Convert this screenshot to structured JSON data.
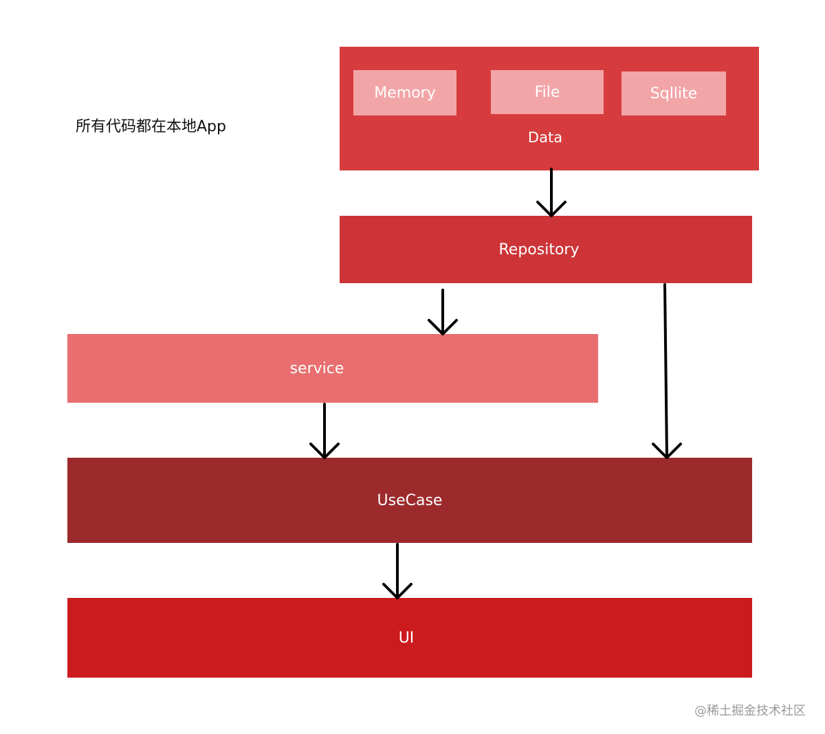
{
  "note": "所有代码都在本地App",
  "watermark": "@稀土掘金技术社区",
  "data_layer": {
    "label": "Data",
    "color": "#d63c3e",
    "stores": [
      {
        "label": "Memory"
      },
      {
        "label": "File"
      },
      {
        "label": "Sqllite"
      }
    ],
    "store_color": "#f2a5a7"
  },
  "repository": {
    "label": "Repository",
    "color": "#cd3437"
  },
  "service": {
    "label": "service",
    "color": "#e96e6f"
  },
  "usecase": {
    "label": "UseCase",
    "color": "#9c2a2d"
  },
  "ui": {
    "label": "UI",
    "color": "#cc1b1e"
  },
  "arrow_color": "#000000"
}
